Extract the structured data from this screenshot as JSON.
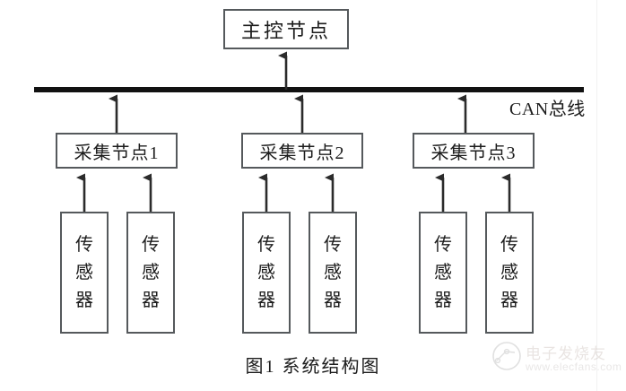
{
  "diagram": {
    "title": "系统结构图",
    "caption": "图1  系统结构图",
    "bus": {
      "label": "CAN总线",
      "color": "#111111"
    },
    "master_node": {
      "label": "主控节点"
    },
    "collection_nodes": [
      {
        "label": "采集节点1"
      },
      {
        "label": "采集节点2"
      },
      {
        "label": "采集节点3"
      }
    ],
    "sensors": [
      {
        "label": "传感器"
      },
      {
        "label": "传感器"
      },
      {
        "label": "传感器"
      },
      {
        "label": "传感器"
      },
      {
        "label": "传感器"
      },
      {
        "label": "传感器"
      }
    ],
    "colors": {
      "box_border": "#55595c",
      "connector": "#2b2b2b",
      "text": "#1c1c1c",
      "background": "#ffffff"
    }
  },
  "watermark": {
    "brand": "电子发烧友",
    "url": "www.elecfans.com"
  }
}
